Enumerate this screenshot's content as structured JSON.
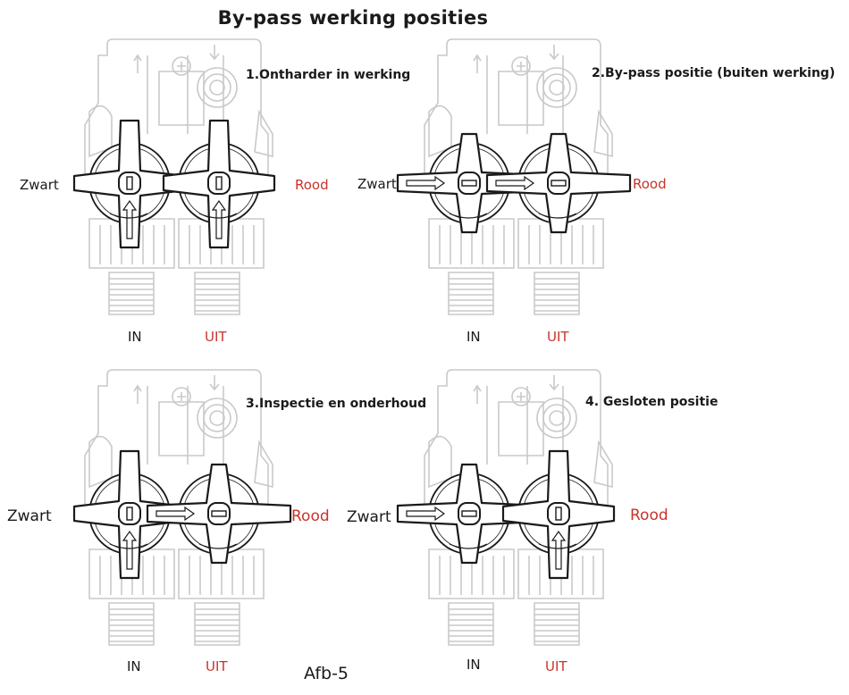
{
  "title": "By-pass werking posities",
  "caption": "Afb-5",
  "colors": {
    "outline": "#c9c9c9",
    "knob": "#1a1a1a",
    "red": "#c8342b"
  },
  "panels": [
    {
      "title": "1.Ontharder in werking",
      "left_label": "Zwart",
      "right_label": "Rood",
      "in_label": "IN",
      "out_label": "UIT",
      "left_handle": "vertical",
      "right_handle": "vertical"
    },
    {
      "title": "2.By-pass positie (buiten werking)",
      "left_label": "Zwart",
      "right_label": "Rood",
      "in_label": "IN",
      "out_label": "UIT",
      "left_handle": "horizontal",
      "right_handle": "horizontal"
    },
    {
      "title": "3.Inspectie en onderhoud",
      "left_label": "Zwart",
      "right_label": "Rood",
      "in_label": "IN",
      "out_label": "UIT",
      "left_handle": "vertical",
      "right_handle": "horizontal"
    },
    {
      "title": "4. Gesloten positie",
      "left_label": "Zwart",
      "right_label": "Rood",
      "in_label": "IN",
      "out_label": "UIT",
      "left_handle": "horizontal",
      "right_handle": "vertical"
    }
  ]
}
